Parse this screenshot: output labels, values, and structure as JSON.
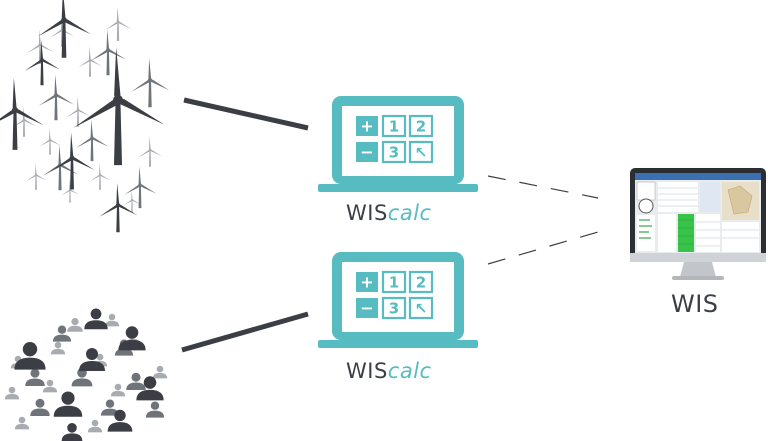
{
  "nodes": {
    "calc_top": {
      "label_main": "WIS",
      "label_accent": "calc"
    },
    "calc_bottom": {
      "label_main": "WIS",
      "label_accent": "calc"
    },
    "wis": {
      "label": "WIS"
    }
  },
  "calculator_keys": [
    "+",
    "1",
    "2",
    "−",
    "3",
    "↖"
  ],
  "colors": {
    "accent": "#56bcc1",
    "dark": "#3b3f45",
    "gray": "#6f737a",
    "light_gray": "#a8abb0"
  }
}
